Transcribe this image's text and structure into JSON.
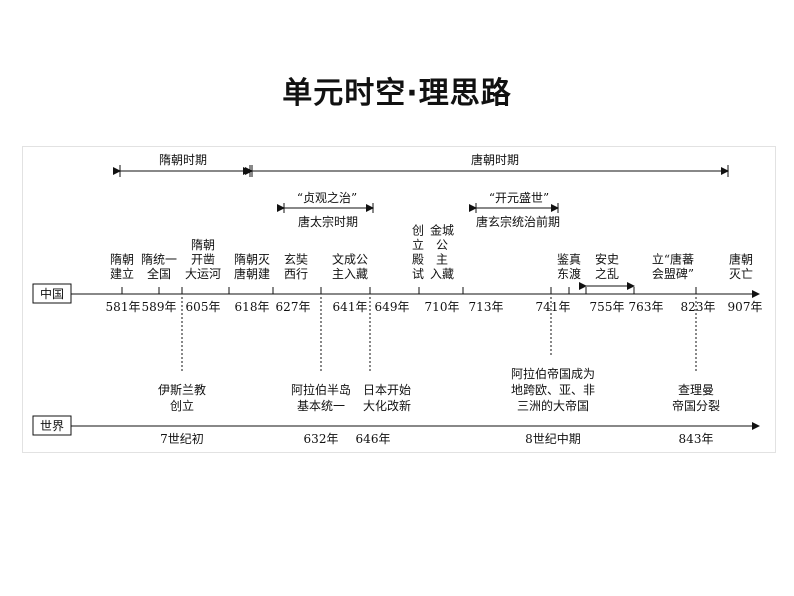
{
  "title": "单元时空·理思路",
  "periods": {
    "sui": "隋朝时期",
    "tang": "唐朝时期",
    "zhenguan": "“贞观之治”",
    "taizong": "唐太宗时期",
    "kaiyuan": "“开元盛世”",
    "xuanzong": "唐玄宗统治前期"
  },
  "china": {
    "label": "中国",
    "years": [
      "581年",
      "589年",
      "605年",
      "618年",
      "627年",
      "641年",
      "649年",
      "710年",
      "713年",
      "741年",
      "755年",
      "763年",
      "823年",
      "907年"
    ],
    "events": [
      [
        "隋朝",
        "建立"
      ],
      [
        "隋统一",
        "全国"
      ],
      [
        "隋朝",
        "开凿",
        "大运河"
      ],
      [
        "隋朝灭",
        "唐朝建"
      ],
      [
        "玄奘",
        "西行"
      ],
      [
        "文成公",
        "主入藏"
      ],
      [
        "创",
        "立",
        "殿",
        "试"
      ],
      [
        "金城",
        "公",
        "主",
        "入藏"
      ],
      [
        "鉴真",
        "东渡"
      ],
      [
        "安史",
        "之乱"
      ],
      [
        "立“唐蕃",
        "会盟碑”"
      ],
      [
        "唐朝",
        "灭亡"
      ]
    ]
  },
  "world": {
    "label": "世界",
    "years": [
      "7世纪初",
      "632年",
      "646年",
      "8世纪中期",
      "843年"
    ],
    "events": [
      [
        "伊斯兰教",
        "创立"
      ],
      [
        "阿拉伯半岛",
        "基本统一"
      ],
      [
        "日本开始",
        "大化改新"
      ],
      [
        "阿拉伯帝国成为",
        "地跨欧、亚、非",
        "三洲的大帝国"
      ],
      [
        "查理曼",
        "帝国分裂"
      ]
    ]
  }
}
